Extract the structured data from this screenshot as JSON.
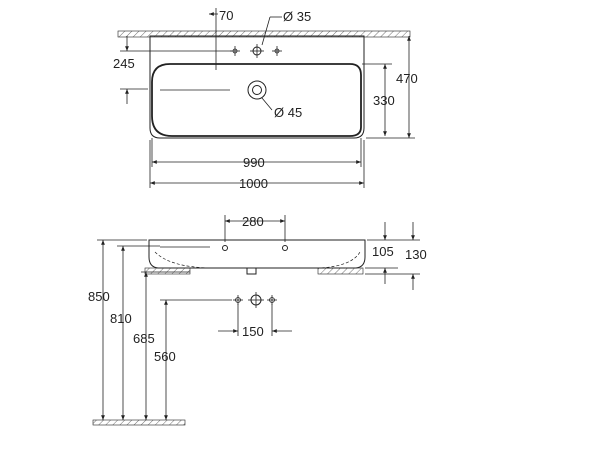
{
  "top_view": {
    "dims": {
      "tap_offset": "70",
      "tap_hole": "Ø 35",
      "tap_depth": "245",
      "total_depth": "470",
      "bowl_depth": "330",
      "drain": "Ø 45",
      "bowl_width": "990",
      "total_width": "1000"
    }
  },
  "front_view": {
    "dims": {
      "hole_spacing": "280",
      "rim_height": "105",
      "total_height": "130",
      "h_850": "850",
      "h_810": "810",
      "h_685": "685",
      "h_560": "560",
      "waste_spacing": "150"
    }
  }
}
